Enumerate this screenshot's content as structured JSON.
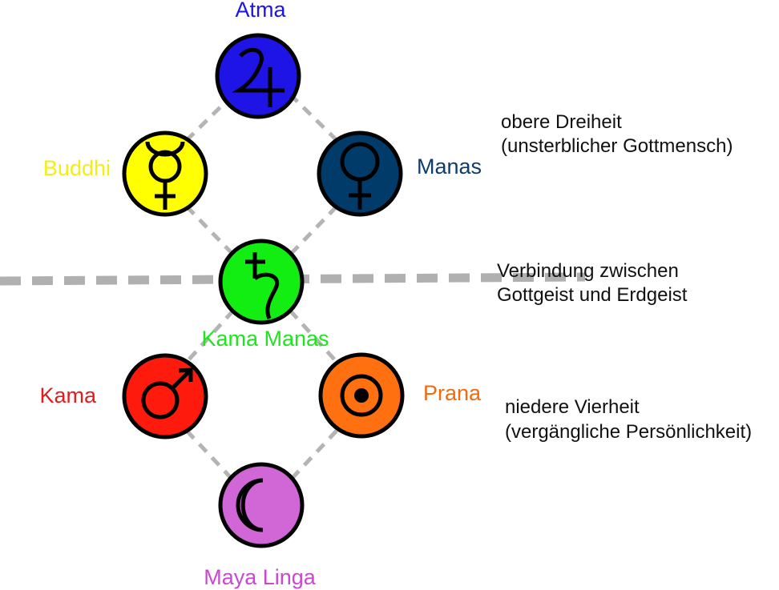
{
  "nodes": {
    "atma": {
      "label": "Atma",
      "color": "#1f14e6",
      "label_color": "#1f14e6",
      "symbol": "jupiter-icon"
    },
    "buddhi": {
      "label": "Buddhi",
      "color": "#ffff00",
      "label_color": "#f2ee1a",
      "symbol": "mercury-icon"
    },
    "manas": {
      "label": "Manas",
      "color": "#003b69",
      "label_color": "#0d3d6b",
      "symbol": "venus-icon"
    },
    "kama_manas": {
      "label": "Kama Manas",
      "color": "#12ee12",
      "label_color": "#1ee51e",
      "symbol": "saturn-icon"
    },
    "kama": {
      "label": "Kama",
      "color": "#ff1a0e",
      "label_color": "#e21b1b",
      "symbol": "mars-icon"
    },
    "prana": {
      "label": "Prana",
      "color": "#ff7010",
      "label_color": "#f06a10",
      "symbol": "sun-icon"
    },
    "maya_linga": {
      "label": "Maya Linga",
      "color": "#d166d6",
      "label_color": "#c948cf",
      "symbol": "moon-icon"
    }
  },
  "notes": {
    "upper": {
      "line1": "obere Dreiheit",
      "line2": "(unsterblicher Gottmensch)"
    },
    "middle": {
      "line1": "Verbindung zwischen",
      "line2": "Gottgeist und Erdgeist"
    },
    "lower": {
      "line1": "niedere Vierheit",
      "line2": "(vergängliche Persönlichkeit)"
    }
  }
}
